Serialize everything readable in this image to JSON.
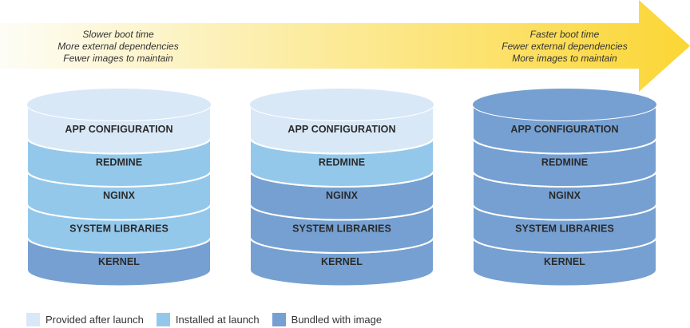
{
  "arrow": {
    "left_caption": [
      "Slower boot time",
      "More external dependencies",
      "Fewer images to maintain"
    ],
    "right_caption": [
      "Faster boot time",
      "Fewer external dependencies",
      "More images to maintain"
    ]
  },
  "colors": {
    "provided": "#d9e8f7",
    "installed": "#94c8eb",
    "bundled": "#76a0d2",
    "divider": "#ffffff",
    "arrow_start": "#fdfdf6",
    "arrow_end": "#fbd634"
  },
  "stacks": [
    {
      "layers": [
        {
          "label": "APP CONFIGURATION",
          "type": "provided"
        },
        {
          "label": "REDMINE",
          "type": "installed"
        },
        {
          "label": "NGINX",
          "type": "installed"
        },
        {
          "label": "SYSTEM LIBRARIES",
          "type": "installed"
        },
        {
          "label": "KERNEL",
          "type": "bundled"
        }
      ]
    },
    {
      "layers": [
        {
          "label": "APP CONFIGURATION",
          "type": "provided"
        },
        {
          "label": "REDMINE",
          "type": "installed"
        },
        {
          "label": "NGINX",
          "type": "bundled"
        },
        {
          "label": "SYSTEM LIBRARIES",
          "type": "bundled"
        },
        {
          "label": "KERNEL",
          "type": "bundled"
        }
      ]
    },
    {
      "layers": [
        {
          "label": "APP CONFIGURATION",
          "type": "bundled"
        },
        {
          "label": "REDMINE",
          "type": "bundled"
        },
        {
          "label": "NGINX",
          "type": "bundled"
        },
        {
          "label": "SYSTEM LIBRARIES",
          "type": "bundled"
        },
        {
          "label": "KERNEL",
          "type": "bundled"
        }
      ]
    }
  ],
  "legend": [
    {
      "label": "Provided after launch",
      "type": "provided"
    },
    {
      "label": "Installed at launch",
      "type": "installed"
    },
    {
      "label": "Bundled with image",
      "type": "bundled"
    }
  ]
}
